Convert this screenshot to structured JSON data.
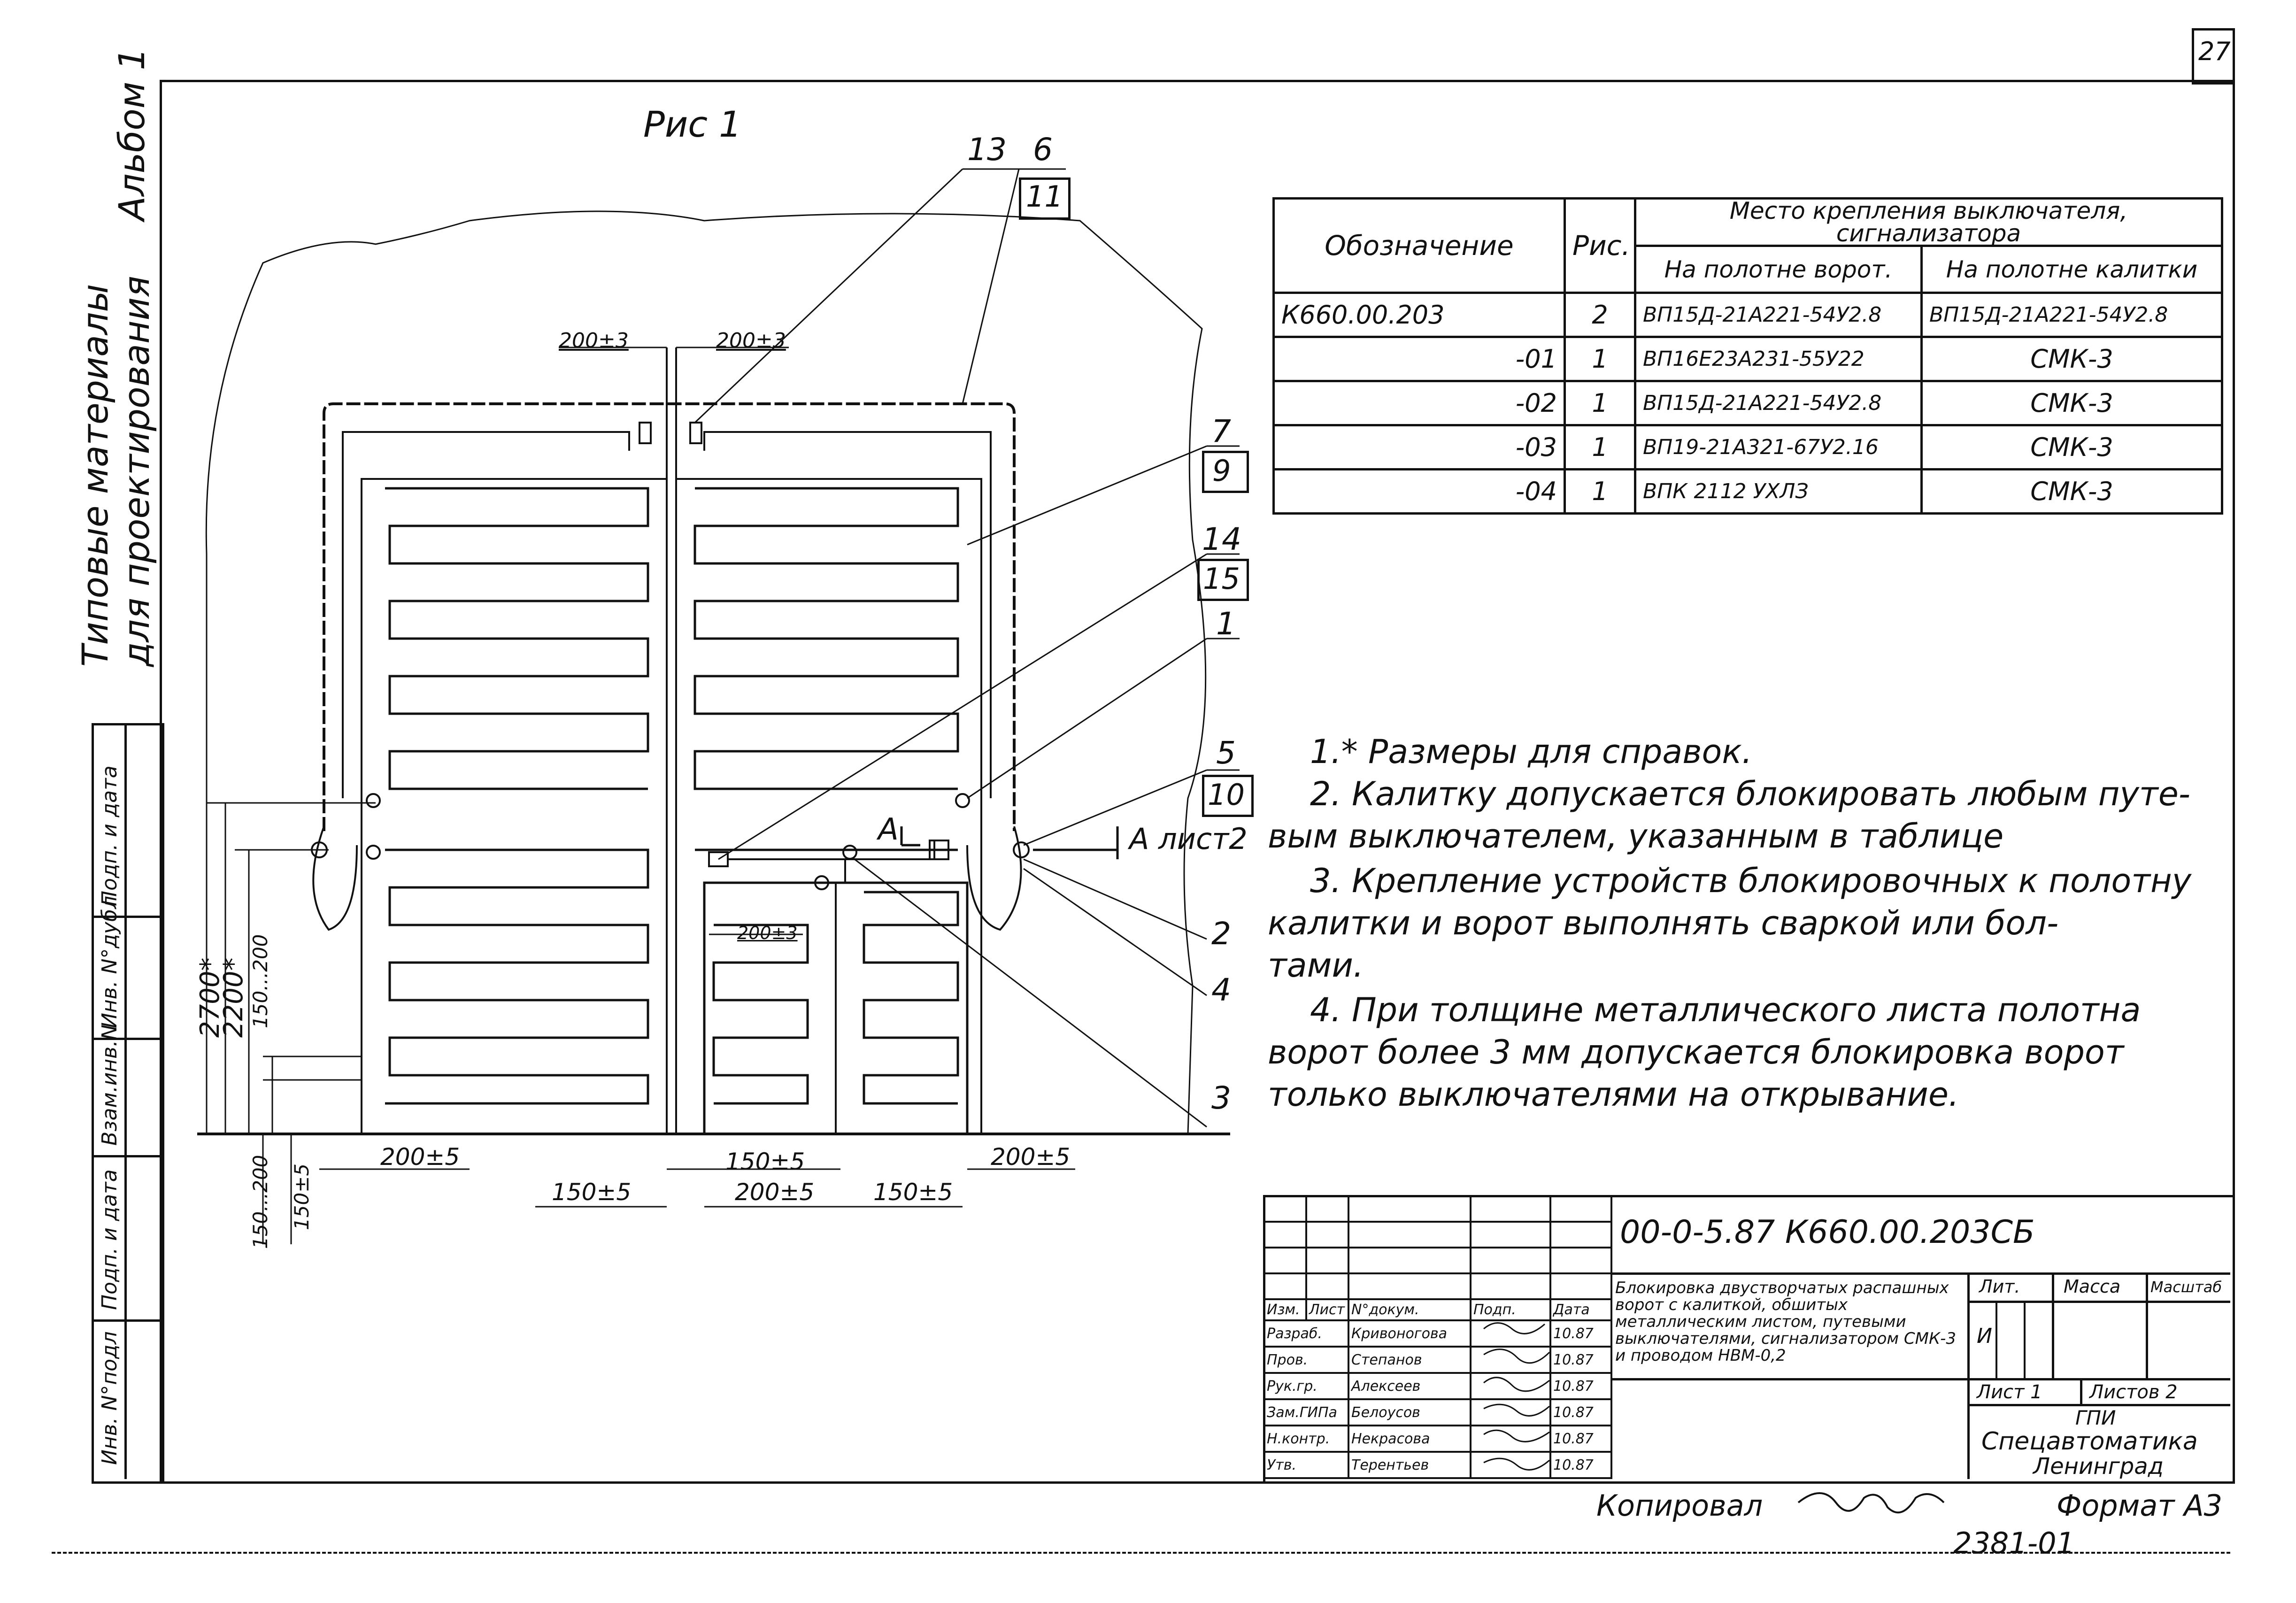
{
  "page_number": "27",
  "side": {
    "album": "Альбом 1",
    "typical_line1": "Типовые материалы",
    "typical_line2": "для проектирования",
    "stamps": [
      "Инв. N°подл",
      "Подп. и дата",
      "Взам.инв.N",
      "Инв. N°дубл",
      "Подп. и дата"
    ]
  },
  "figure_title": "Рис 1",
  "callouts": [
    "13",
    "6",
    "11",
    "7",
    "9",
    "14",
    "15",
    "1",
    "5",
    "10",
    "2",
    "4",
    "3"
  ],
  "section_mark": "А",
  "section_ref": "А лист2",
  "dimensions": {
    "top_left": "200±3",
    "top_right": "200±3",
    "height_total": "2700*",
    "height_gate": "2200*",
    "range_upper": "150...200",
    "range_lower": "150...200",
    "plus5": "150±5",
    "bottom_left": "200±5",
    "wicket_top": "150±5",
    "wicket_bottom": "200±5",
    "bottom_right": "200±5",
    "left_150": "150±5",
    "right_150": "150±5",
    "inner": "200±3"
  },
  "table": {
    "col_designation": "Обозначение",
    "col_fig": "Рис.",
    "col_place": "Место крепления выключателя, сигнализатора",
    "col_gate": "На полотне ворот.",
    "col_wicket": "На полотне калитки",
    "rows": [
      {
        "designation": "К660.00.203",
        "fig": "2",
        "gate": "ВП15Д-21А221-54У2.8",
        "wicket": "ВП15Д-21А221-54У2.8"
      },
      {
        "designation": "-01",
        "fig": "1",
        "gate": "ВП16Е23А231-55У22",
        "wicket": "СМК-3"
      },
      {
        "designation": "-02",
        "fig": "1",
        "gate": "ВП15Д-21А221-54У2.8",
        "wicket": "СМК-3"
      },
      {
        "designation": "-03",
        "fig": "1",
        "gate": "ВП19-21А321-67У2.16",
        "wicket": "СМК-3"
      },
      {
        "designation": "-04",
        "fig": "1",
        "gate": "ВПК 2112 УХЛЗ",
        "wicket": "СМК-3"
      }
    ]
  },
  "notes": [
    "1.* Размеры для справок.",
    "2. Калитку допускается блокировать любым путе-",
    "вым выключателем, указанным в таблице",
    "3. Крепление устройств блокировочных к полотну",
    "калитки и ворот выполнять сваркой или бол-",
    "тами.",
    "4. При толщине металлического листа полотна",
    "ворот более 3 мм допускается блокировка ворот",
    "только выключателями на открывание."
  ],
  "title_block": {
    "code": "00-0-5.87 К660.00.203СБ",
    "description": "Блокировка двустворчатых распашных ворот с калиткой, обшитых металлическим листом, путевыми выключателями, сигнализатором СМК-3 и проводом НВМ-0,2",
    "col_izm": "Изм.",
    "col_list": "Лист",
    "col_ndoc": "N°докум.",
    "col_podp": "Подп.",
    "col_date": "Дата",
    "people": [
      {
        "role": "Разраб.",
        "name": "Кривоногова",
        "date": "10.87"
      },
      {
        "role": "Пров.",
        "name": "Степанов",
        "date": "10.87"
      },
      {
        "role": "Рук.гр.",
        "name": "Алексеев",
        "date": "10.87"
      },
      {
        "role": "Зам.ГИПа",
        "name": "Белоусов",
        "date": "10.87"
      },
      {
        "role": "Н.контр.",
        "name": "Некрасова",
        "date": "10.87"
      },
      {
        "role": "Утв.",
        "name": "Терентьев",
        "date": "10.87"
      }
    ],
    "lit_label": "Лит.",
    "mass_label": "Масса",
    "scale_label": "Масштаб",
    "lit_value": "И",
    "sheet": "Лист 1",
    "sheets": "Листов 2",
    "org_1": "ГПИ",
    "org_2": "Спецавтоматика",
    "org_3": "Ленинград"
  },
  "copied_label": "Копировал",
  "format_label": "Формат А3",
  "archive_no": "2381-01"
}
